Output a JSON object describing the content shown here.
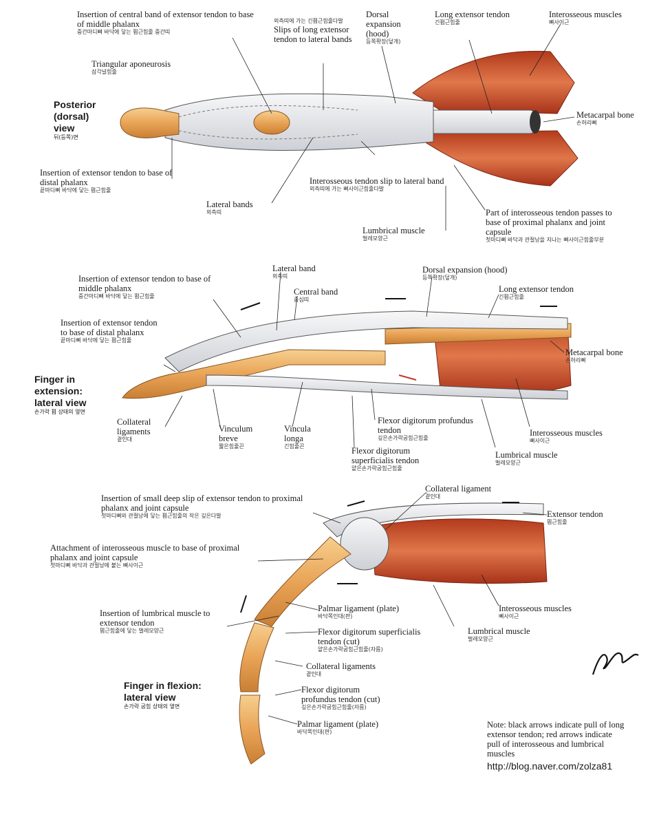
{
  "views": {
    "posterior": {
      "title": "Posterior (dorsal) view",
      "ko": "뒤(등쪽)면"
    },
    "extension": {
      "title": "Finger in extension: lateral view",
      "ko": "손가락 폄 상태의 옆면"
    },
    "flexion": {
      "title": "Finger in flexion: lateral view",
      "ko": "손가락 굽힘 상태의 옆면"
    }
  },
  "labels": {
    "p1": {
      "en": "Insertion of central band of extensor tendon to base of middle phalanx",
      "ko": "중간마디뼈 바닥에 닿는 폄근힘줄 중간띠"
    },
    "p2": {
      "en": "Triangular aponeurosis",
      "ko": "삼각널힘줄"
    },
    "p3": {
      "en": "Slips of long extensor tendon to lateral bands",
      "ko": "외측띠에 가는 긴폄근힘줄다발"
    },
    "p4": {
      "en": "Dorsal expansion (hood)",
      "ko": "등쪽확장(덮개)"
    },
    "p5": {
      "en": "Long extensor tendon",
      "ko": "긴폄근힘줄"
    },
    "p6": {
      "en": "Interosseous muscles",
      "ko": "뼈사이근"
    },
    "p7": {
      "en": "Metacarpal bone",
      "ko": "손허리뼈"
    },
    "p8": {
      "en": "Insertion of extensor tendon to base of distal phalanx",
      "ko": "끝마디뼈 바닥에 닿는 폄근힘줄"
    },
    "p9": {
      "en": "Lateral bands",
      "ko": "외측띠"
    },
    "p10": {
      "en": "Interosseous tendon slip to lateral band",
      "ko": "외측띠에 가는 뼈사이근힘줄다발"
    },
    "p11": {
      "en": "Lumbrical muscle",
      "ko": "벌레모양근"
    },
    "p12": {
      "en": "Part of interosseous tendon passes to base of proximal phalanx and joint capsule",
      "ko": "첫마디뼈 바닥과 관절낭을 지나는 뼈사이근힘줄부분"
    },
    "e1": {
      "en": "Insertion of extensor tendon to base of middle phalanx",
      "ko": "중간마디뼈 바닥에 닿는 폄근힘줄"
    },
    "e2": {
      "en": "Lateral band",
      "ko": "외측띠"
    },
    "e3": {
      "en": "Central band",
      "ko": "중심띠"
    },
    "e4": {
      "en": "Dorsal expansion (hood)",
      "ko": "등쪽확장(덮개)"
    },
    "e5": {
      "en": "Long extensor tendon",
      "ko": "긴폄근힘줄"
    },
    "e6": {
      "en": "Insertion of extensor tendon to base of distal phalanx",
      "ko": "끝마디뼈 바닥에 닿는 폄근힘줄"
    },
    "e7": {
      "en": "Metacarpal bone",
      "ko": "손허리뼈"
    },
    "e8": {
      "en": "Collateral ligaments",
      "ko": "곁인대"
    },
    "e9": {
      "en": "Vinculum breve",
      "ko": "짧은힘줄끈"
    },
    "e10": {
      "en": "Vincula longa",
      "ko": "긴힘줄끈"
    },
    "e11": {
      "en": "Flexor digitorum profundus tendon",
      "ko": "깊은손가락굽힘근힘줄"
    },
    "e12": {
      "en": "Flexor digitorum superficialis tendon",
      "ko": "얕은손가락굽힘근힘줄"
    },
    "e13": {
      "en": "Interosseous muscles",
      "ko": "뼈사이근"
    },
    "e14": {
      "en": "Lumbrical muscle",
      "ko": "벌레모양근"
    },
    "f1": {
      "en": "Collateral ligament",
      "ko": "곁인대"
    },
    "f2": {
      "en": "Insertion of small deep slip of extensor tendon to proximal phalanx and joint capsule",
      "ko": "첫마디뼈와 관절낭에 닿는 폄근힘줄의 작은 깊은다발"
    },
    "f3": {
      "en": "Extensor tendon",
      "ko": "폄근힘줄"
    },
    "f4": {
      "en": "Attachment of interosseous muscle to base of proximal phalanx and joint capsule",
      "ko": "첫마디뼈 바닥과 관절낭에 붙는 뼈사이근"
    },
    "f5": {
      "en": "Insertion of lumbrical muscle to extensor tendon",
      "ko": "폄근힘줄에 닿는 벌레모양근"
    },
    "f6": {
      "en": "Palmar ligament (plate)",
      "ko": "바닥쪽인대(판)"
    },
    "f7": {
      "en": "Interosseous muscles",
      "ko": "뼈사이근"
    },
    "f8": {
      "en": "Flexor digitorum superficialis tendon (cut)",
      "ko": "얕은손가락굽힘근힘줄(자름)"
    },
    "f9": {
      "en": "Lumbrical muscle",
      "ko": "벌레모양근"
    },
    "f10": {
      "en": "Collateral ligaments",
      "ko": "곁인대"
    },
    "f11": {
      "en": "Flexor digitorum profundus tendon (cut)",
      "ko": "깊은손가락굽힘근힘줄(자름)"
    },
    "f12": {
      "en": "Palmar ligament (plate)",
      "ko": "바닥쪽인대(판)"
    }
  },
  "note": {
    "text": "Note: black arrows indicate pull of long extensor tendon; red arrows indicate pull of interosseous and lumbrical muscles",
    "url": "http://blog.naver.com/zolza81"
  },
  "signature": "F. Netter",
  "colors": {
    "muscle": "#c8502c",
    "bone": "#e8a55a",
    "tendon": "#e9eaec",
    "arrow_black": "#111111",
    "arrow_red": "#c0392b"
  }
}
